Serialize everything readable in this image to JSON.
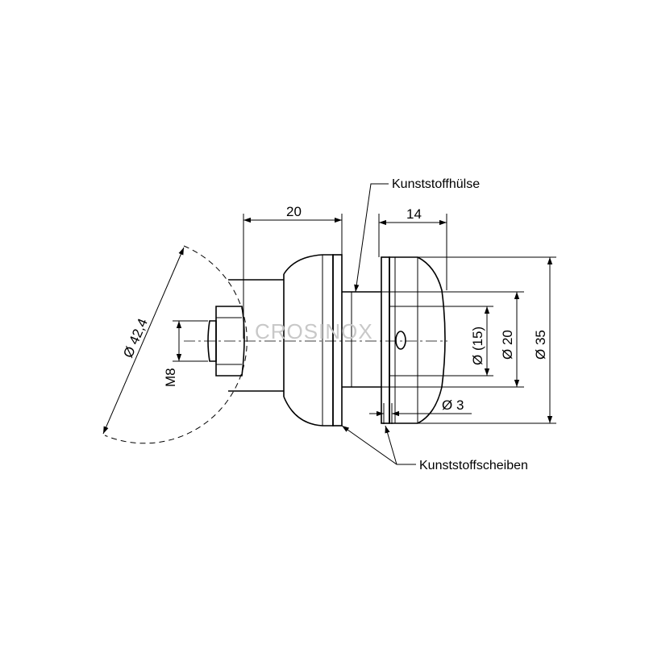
{
  "dimensions": {
    "length_left": "20",
    "length_right": "14",
    "dia_glass": "Ø 42,4",
    "thread": "M8",
    "dia_15": "Ø (15)",
    "dia_20": "Ø 20",
    "dia_35": "Ø 35",
    "dia_3": "Ø 3"
  },
  "callouts": {
    "sleeve": "Kunststoffhülse",
    "washers": "Kunststoffscheiben"
  },
  "watermark": "CROSINOX"
}
